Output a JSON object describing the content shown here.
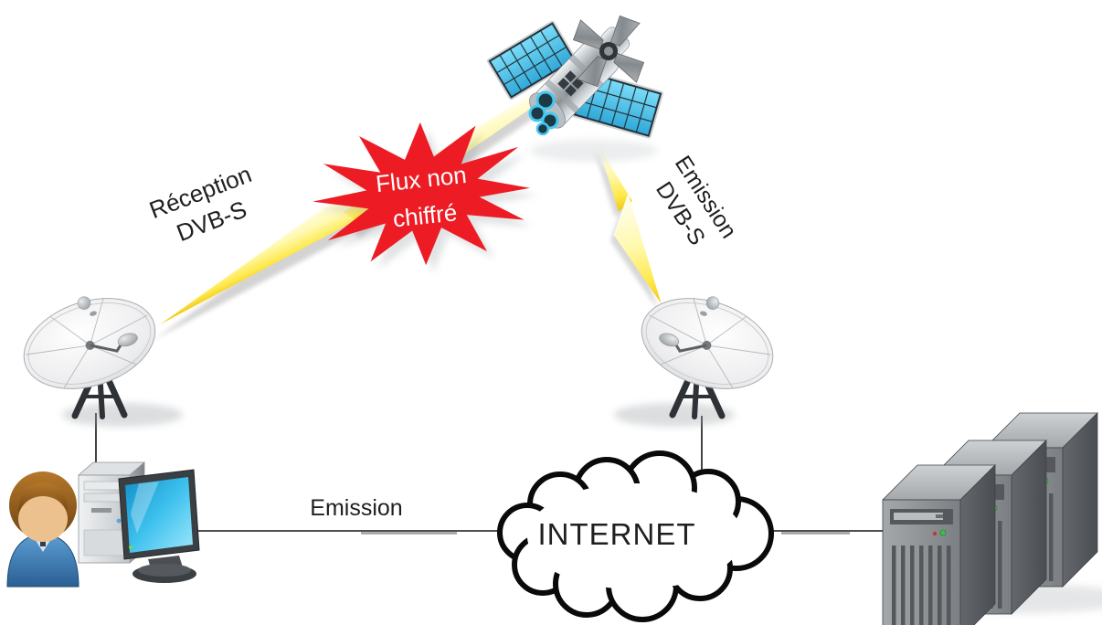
{
  "diagram": {
    "title": "DVB-S satellite link interception diagram",
    "labels": {
      "reception": "Réception\nDVB-S",
      "emission_dvbs": "Emission\nDVB-S",
      "flux": "Flux non\nchiffré",
      "emission": "Emission",
      "internet": "INTERNET"
    },
    "colors": {
      "text": "#1f1f1f",
      "starburst_red": "#ed1c24",
      "flux_text": "#ffffff",
      "bolt_yellow": "#ffe94d",
      "panel_cyan": "#45c8f0",
      "cloud_outline": "#0a0a0a",
      "line_black": "#141414"
    },
    "icons": [
      "satellite-icon",
      "satellite-dish-left-icon",
      "satellite-dish-right-icon",
      "lightning-bolt-left-icon",
      "lightning-bolt-right-icon",
      "burst-icon",
      "user-icon",
      "desktop-computer-icon",
      "internet-cloud-icon",
      "server-stack-icon"
    ]
  }
}
